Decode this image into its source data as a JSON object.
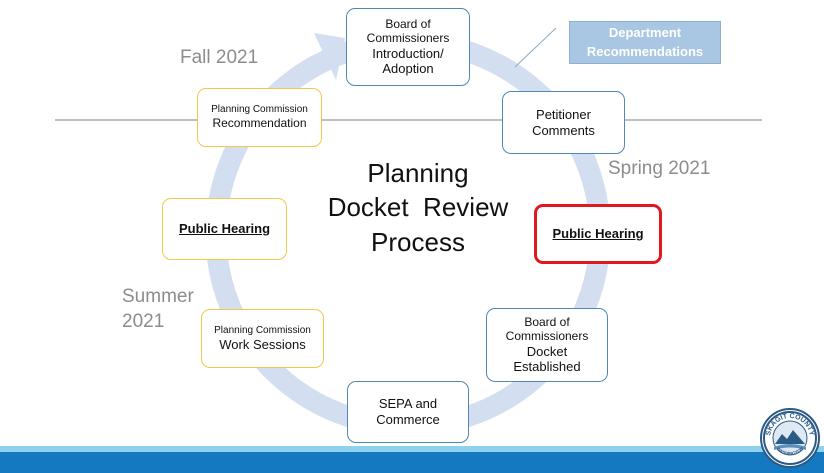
{
  "diagram": {
    "title": [
      "Planning",
      "Docket  Review",
      "Process"
    ],
    "seasons": {
      "fall": [
        "Fall 2021"
      ],
      "spring": [
        "Spring 2021"
      ],
      "summer": [
        "Summer",
        "2021"
      ]
    },
    "callout": [
      "Department",
      "Recommendations"
    ],
    "steps": {
      "boc_intro": [
        "Board of",
        "Commissioners",
        "Introduction/",
        "Adoption"
      ],
      "petitioner": [
        "Petitioner",
        "Comments"
      ],
      "hearing_spring": [
        "Public Hearing"
      ],
      "boc_docket": [
        "Board of",
        "Commissioners",
        "Docket",
        "Established"
      ],
      "sepa": [
        "SEPA and",
        "Commerce"
      ],
      "pc_work": [
        "Planning Commission",
        "Work Sessions"
      ],
      "hearing_summer": [
        "Public Hearing"
      ],
      "pc_rec": [
        "Planning Commission",
        "Recommendation"
      ]
    },
    "colors": {
      "ring": "#d3dff0",
      "blue_border": "#4f87b9",
      "gold_border": "#f2c84b",
      "red_border": "#e0191f",
      "callout_fill": "#a9c6e2",
      "footer": "#1479c1"
    },
    "logo": {
      "top_text": "SKAGIT COUNTY",
      "bottom_text": "WASHINGTON"
    }
  }
}
